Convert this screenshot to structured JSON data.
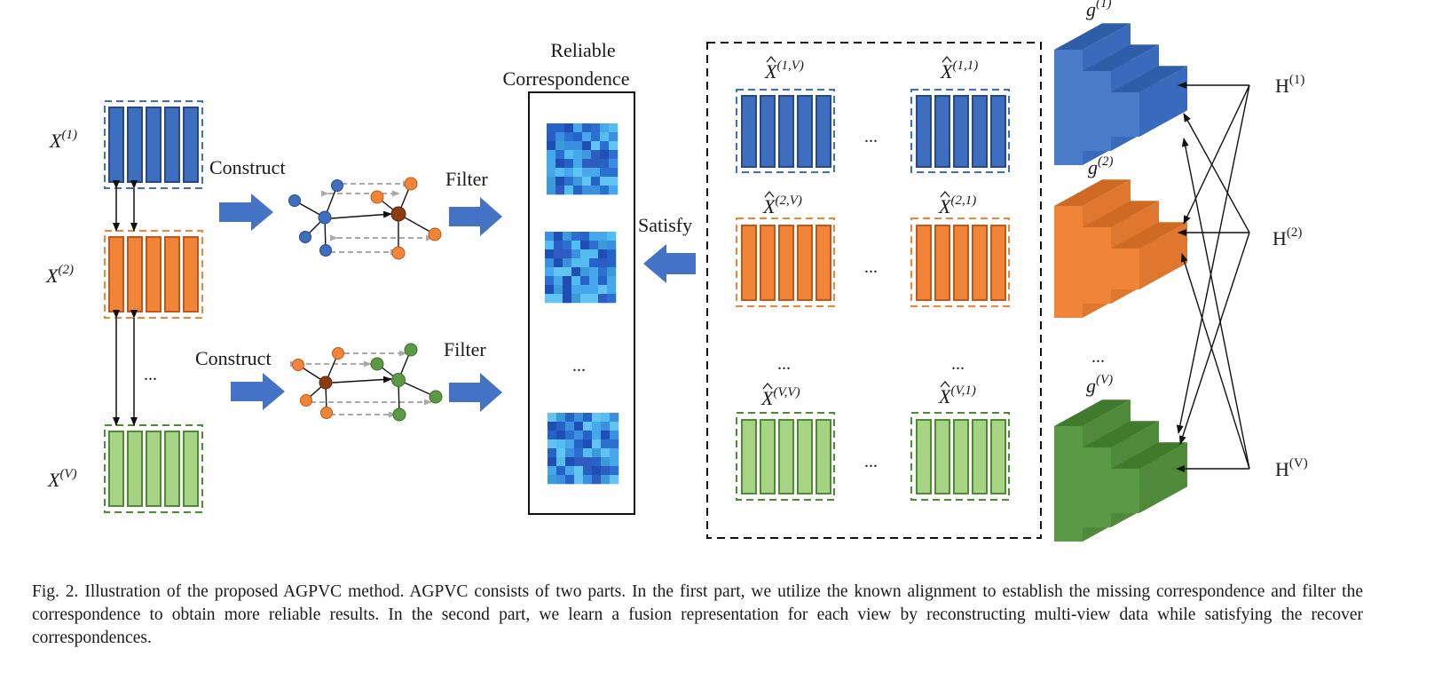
{
  "colors": {
    "blue": "#3e6fbf",
    "blue_border": "#27498a",
    "orange": "#f0853a",
    "orange_border": "#c2571b",
    "green": "#a6d484",
    "green_border": "#4d8c33",
    "green_dark": "#5b9a45"
  },
  "left": {
    "views": [
      {
        "symbol": "X",
        "sup": "(1)"
      },
      {
        "symbol": "X",
        "sup": "(2)"
      },
      {
        "symbol": "X",
        "sup": "(V)"
      }
    ],
    "ellipsis": "...",
    "construct_label": "Construct",
    "filter_label": "Filter"
  },
  "middle": {
    "title_line1": "Reliable",
    "title_line2": "Correspondence",
    "ellipsis": "...",
    "satisfy_label": "Satisfy"
  },
  "recon": {
    "rows": [
      {
        "left": {
          "symbol": "X",
          "sup": "(1,V)"
        },
        "right": {
          "symbol": "X",
          "sup": "(1,1)"
        }
      },
      {
        "left": {
          "symbol": "X",
          "sup": "(2,V)"
        },
        "right": {
          "symbol": "X",
          "sup": "(2,1)"
        }
      },
      {
        "left": {
          "symbol": "X",
          "sup": "(V,V)"
        },
        "right": {
          "symbol": "X",
          "sup": "(V,1)"
        }
      }
    ],
    "ellipsis": "..."
  },
  "decoders": [
    {
      "symbol": "g",
      "sup": "(1)"
    },
    {
      "symbol": "g",
      "sup": "(2)"
    },
    {
      "symbol": "g",
      "sup": "(V)"
    }
  ],
  "decoder_ellipsis": "...",
  "latents": [
    {
      "symbol": "H",
      "sup": "(1)"
    },
    {
      "symbol": "H",
      "sup": "(2)"
    },
    {
      "symbol": "H",
      "sup": "(V)"
    }
  ],
  "caption": "Fig. 2.  Illustration of the proposed AGPVC method. AGPVC consists of two parts. In the first part, we utilize the known alignment to establish the missing correspondence and filter the correspondence to obtain more reliable results. In the second part, we learn a fusion representation for each view by reconstructing multi-view data while satisfying the recover correspondences."
}
